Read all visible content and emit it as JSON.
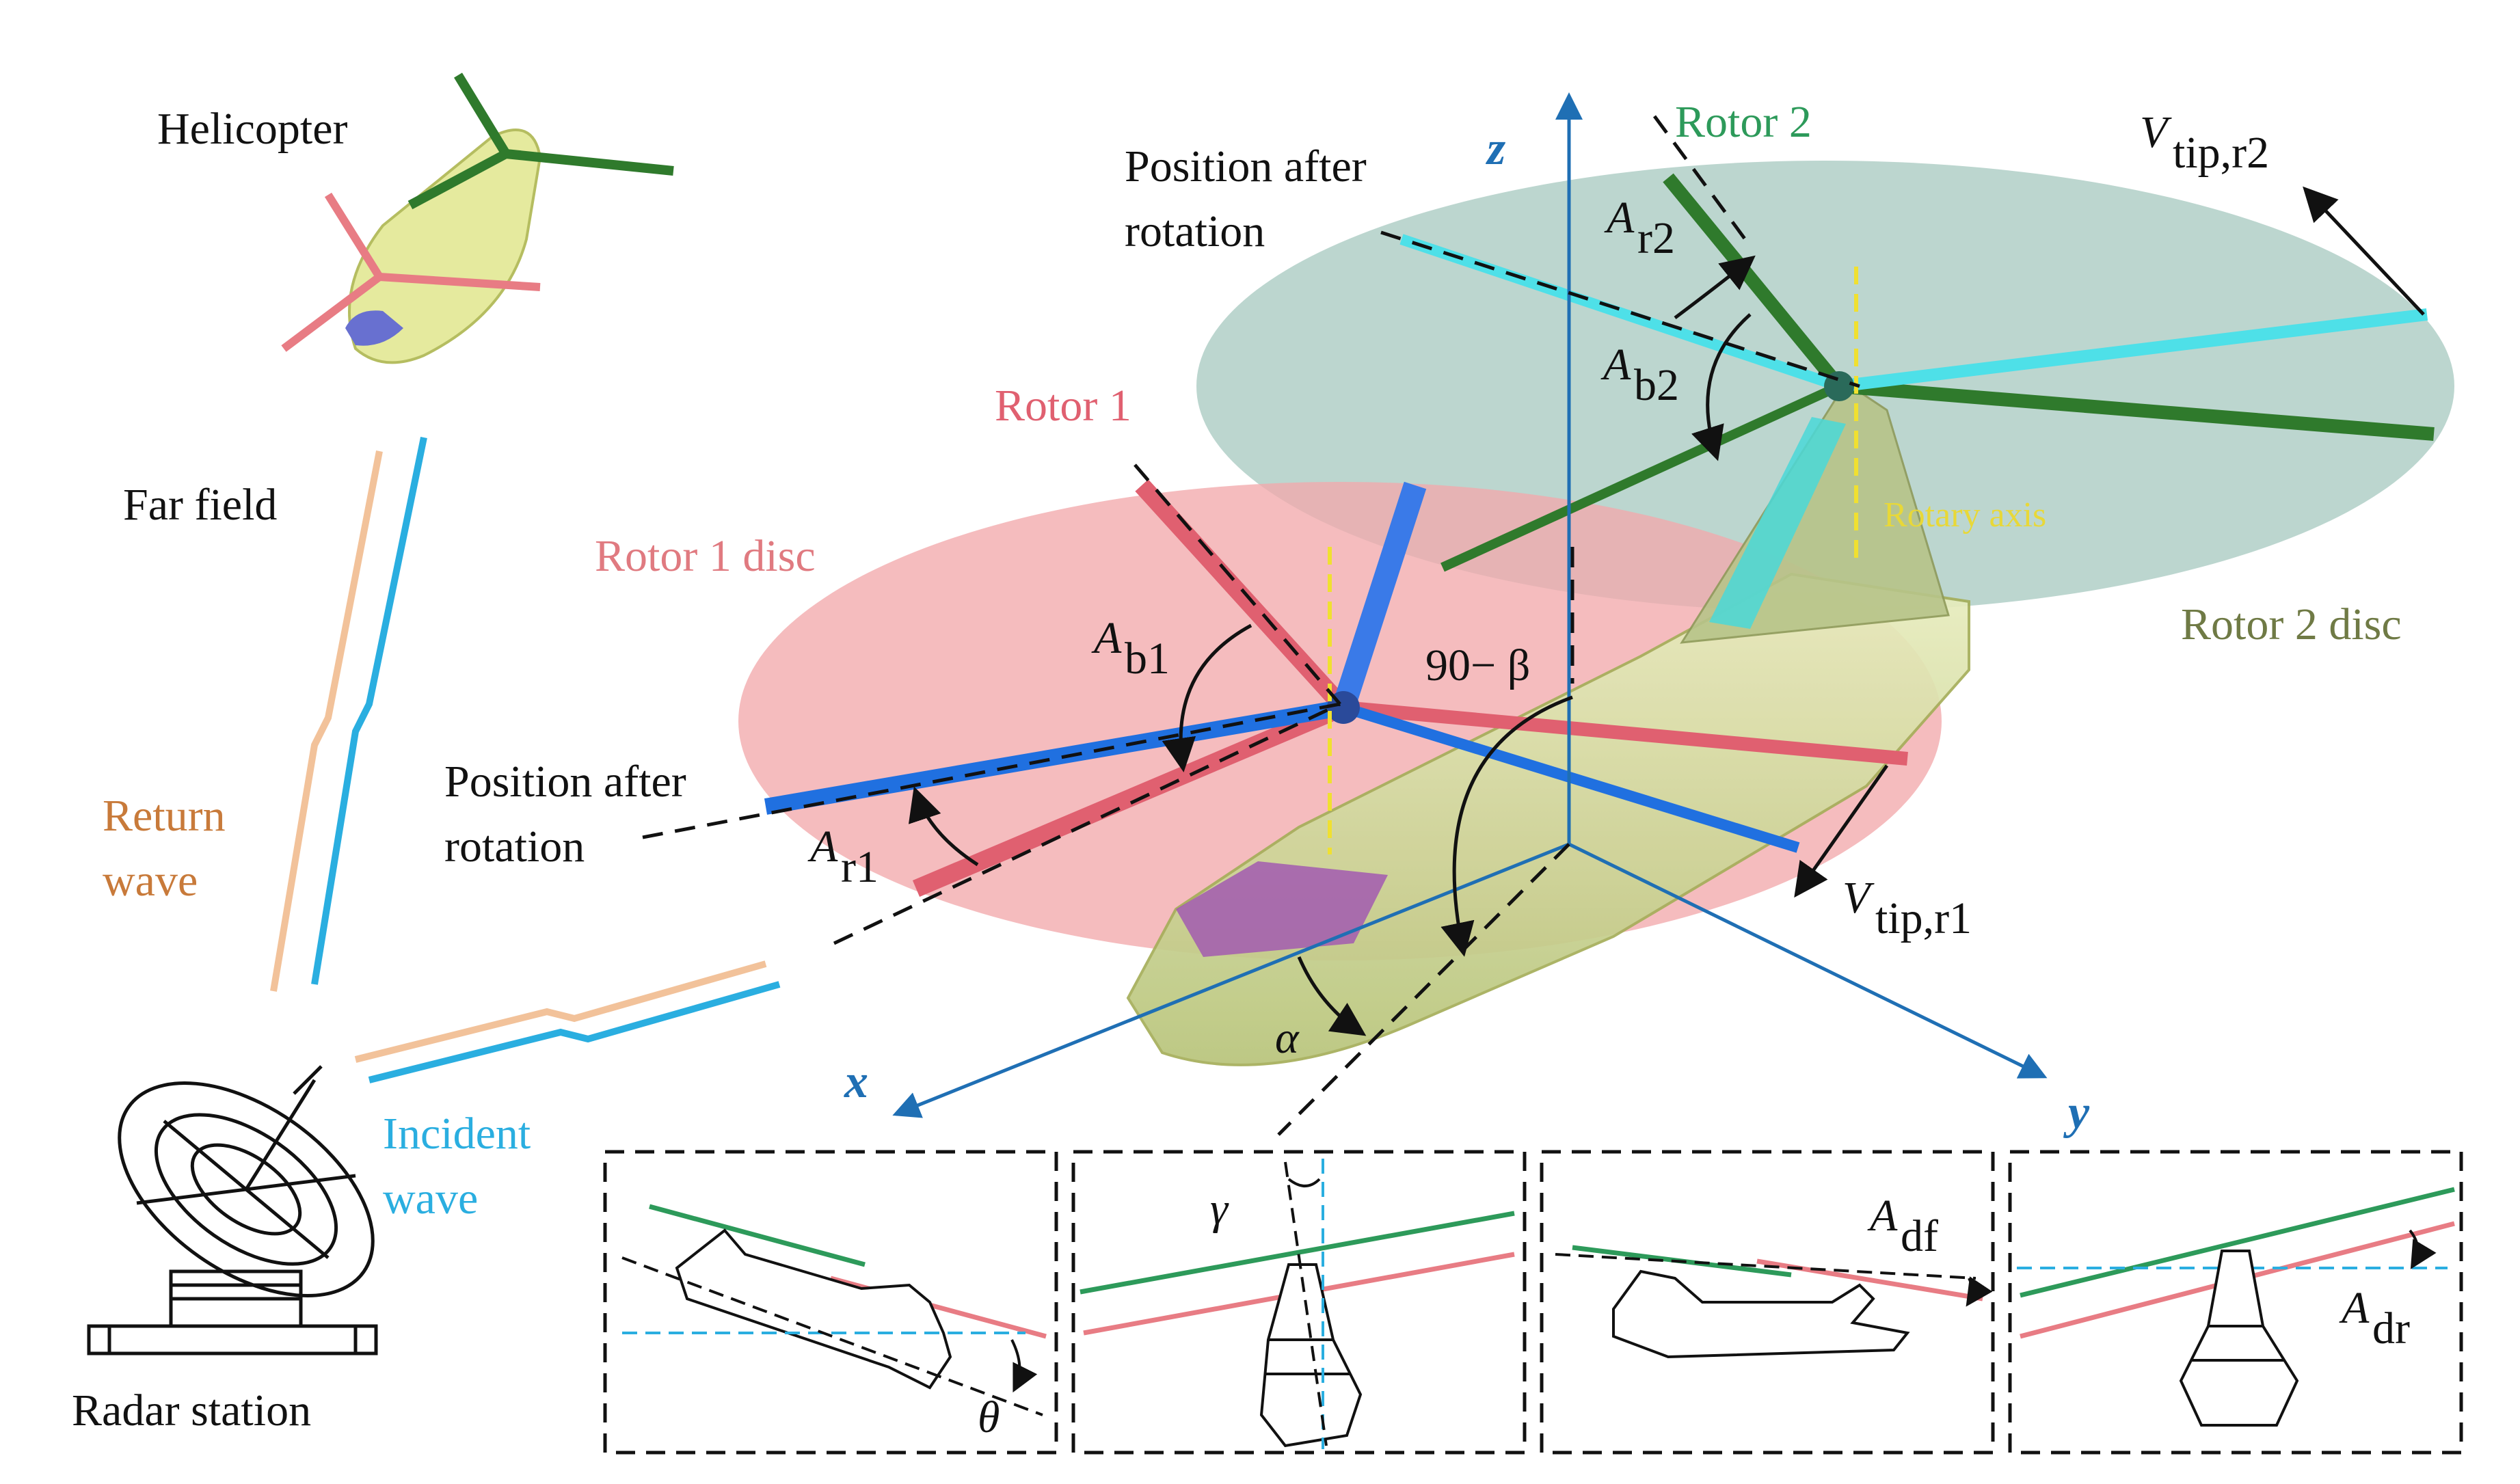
{
  "labels": {
    "helicopter": "Helicopter",
    "far_field": "Far field",
    "return_wave_l1": "Return",
    "return_wave_l2": "wave",
    "incident_wave_l1": "Incident",
    "incident_wave_l2": "wave",
    "radar_station": "Radar station",
    "rotor1": "Rotor 1",
    "rotor2": "Rotor 2",
    "rotor1_disc": "Rotor 1 disc",
    "rotor2_disc": "Rotor 2 disc",
    "rotary_axis": "Rotary axis",
    "pos_after_rot_top_l1": "Position after",
    "pos_after_rot_top_l2": "rotation",
    "pos_after_rot_left_l1": "Position after",
    "pos_after_rot_left_l2": "rotation",
    "angle_90_beta": "90− β",
    "alpha": "α",
    "theta": "θ",
    "gamma": "γ",
    "axis_x": "x",
    "axis_y": "y",
    "axis_z": "z",
    "A_main": "A",
    "sub_r1": "r1",
    "sub_b1": "b1",
    "sub_r2": "r2",
    "sub_b2": "b2",
    "sub_df": "df",
    "sub_dr": "dr",
    "V_main": "V",
    "sub_tip_r1": "tip,r1",
    "sub_tip_r2": "tip,r2"
  },
  "colors": {
    "rotor1": "#e06070",
    "rotor2": "#2d9a5a",
    "rotor1_disc": "#f2a9ac",
    "rotor2_disc": "#a9cbc2",
    "return_wave": "#e8a060",
    "incident_wave": "#2aaee0",
    "axis": "#1f6fb4",
    "rotary_axis": "#f0e030",
    "fuselage": "#d8e0a0"
  }
}
